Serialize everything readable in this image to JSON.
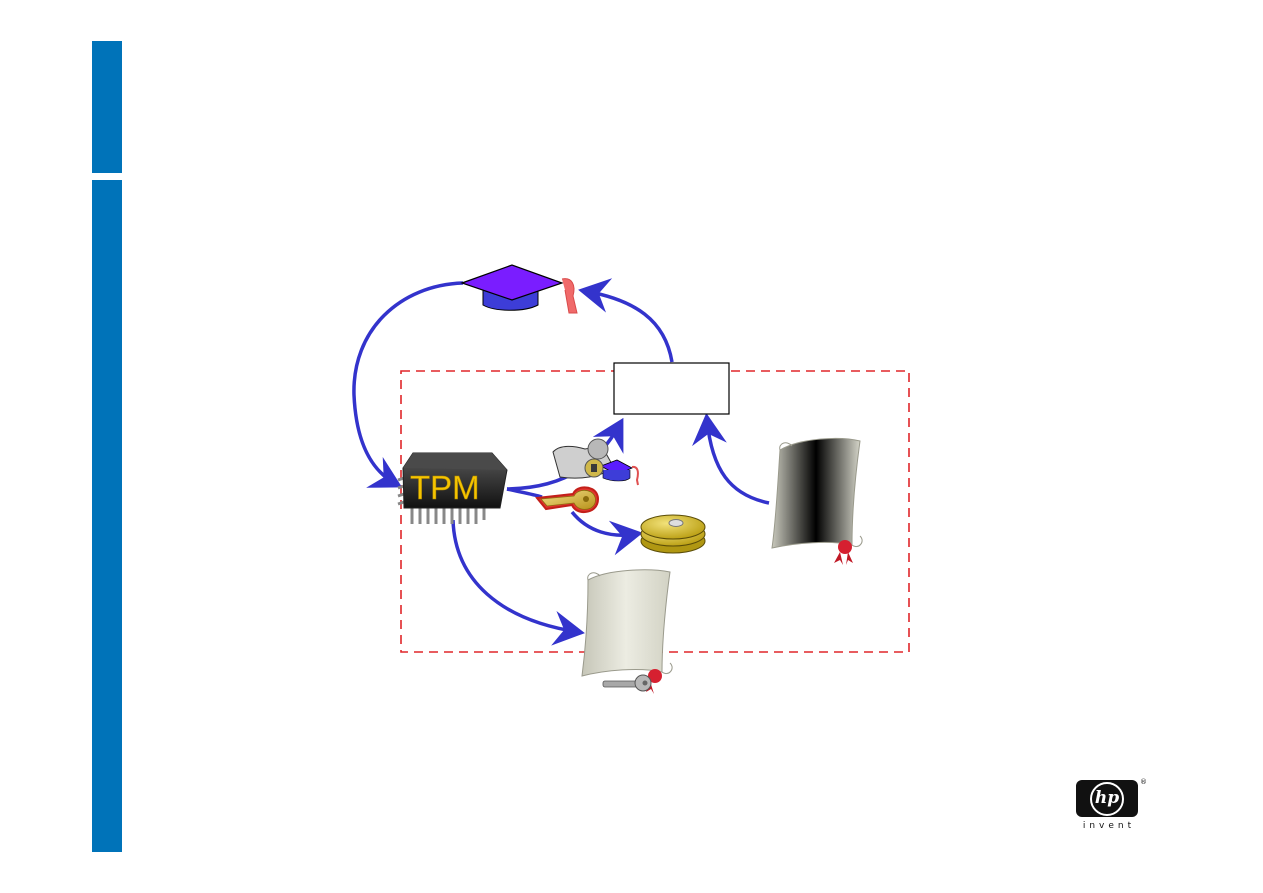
{
  "slide": {
    "accent_color": "#0073b9",
    "arrow_color": "#3333cc",
    "boundary_color": "#e0262a"
  },
  "diagram": {
    "chip_label": "TPM",
    "center_box_label": "",
    "icons": [
      "graduation-cap-icon",
      "tpm-chip-icon",
      "secured-cap-icon",
      "key-icon",
      "disk-icon",
      "scroll-certificate-icon",
      "keyed-scroll-icon"
    ]
  },
  "logo": {
    "brand": "hp",
    "tagline": "invent",
    "registered": "®"
  }
}
